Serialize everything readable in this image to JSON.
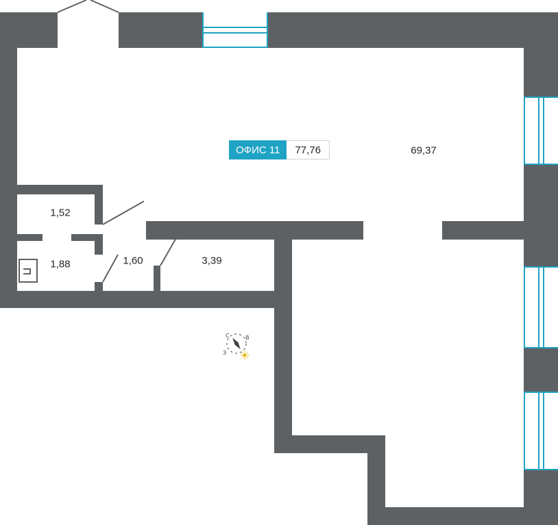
{
  "office": {
    "name": "ОФИС 11",
    "total_area": "77,76"
  },
  "rooms": [
    {
      "id": "main-hall",
      "area": "69,37"
    },
    {
      "id": "storage-top",
      "area": "1,52"
    },
    {
      "id": "bathroom",
      "area": "1,88"
    },
    {
      "id": "corridor",
      "area": "1,60"
    },
    {
      "id": "side-room",
      "area": "3,39"
    }
  ],
  "compass": {
    "north": "С",
    "east": "В",
    "west": "З"
  },
  "colors": {
    "wall": "#5d6163",
    "accent": "#1fa3c4",
    "sun": "#e6c21a"
  }
}
